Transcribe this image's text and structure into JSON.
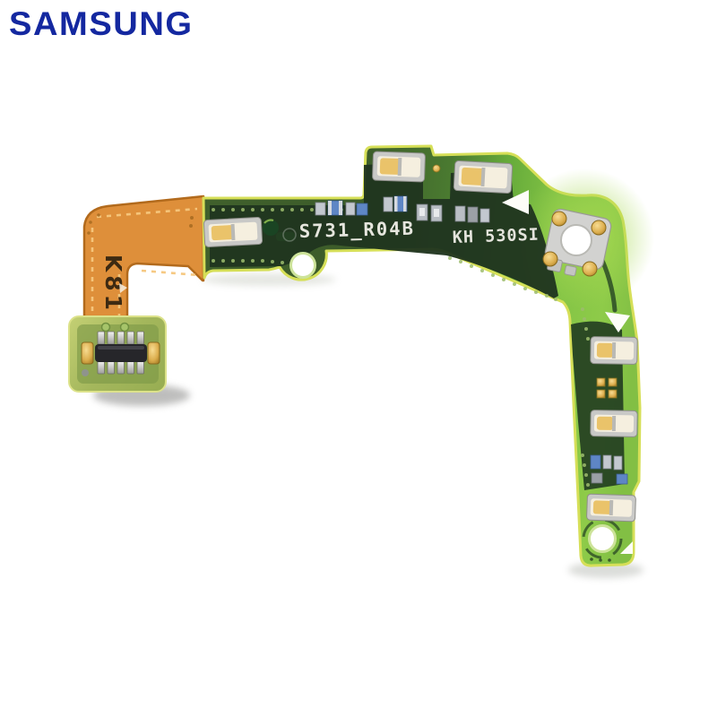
{
  "page": {
    "background_color": "#ffffff"
  },
  "brand": {
    "logo_text": "SAMSUNG",
    "logo_color": "#1428a0"
  },
  "part_photo": {
    "description": "Samsung spare-part photo: L-shaped antenna flex cable PCB with orange flex ribbon, board-to-board connector, spring contacts and screw holes",
    "markings": {
      "main_silkscreen": "S731_R04B",
      "secondary_silkscreen": "KH 530SI",
      "flex_silkscreen": "K81"
    },
    "colors": {
      "flex_orange": "#de8f3a",
      "flex_edge_brown": "#b26a1c",
      "pcb_dark_green": "#20351f",
      "pcb_mid_green": "#45652f",
      "pcb_bright_green": "#8ccb49",
      "pcb_edge_lime": "#d6df58",
      "pad_light_green": "#b7c468",
      "metal_silver": "#d3d3d1",
      "contact_gold": "#eac36a",
      "gold_pad": "#d8ab4a"
    }
  }
}
